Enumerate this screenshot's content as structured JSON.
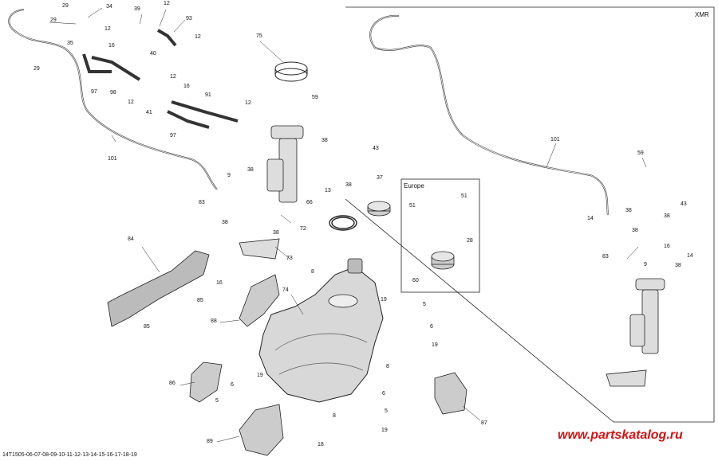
{
  "diagram": {
    "variant_label": "XMR",
    "inset_label": "Europe",
    "footer_code": "14T1505-06-07-08-09-10-11-12-13-14-15-16-17-18-19",
    "watermark": "www.partskatalog.ru",
    "callouts": [
      "29",
      "29",
      "29",
      "34",
      "35",
      "12",
      "16",
      "39",
      "40",
      "12",
      "93",
      "12",
      "97",
      "98",
      "12",
      "41",
      "12",
      "16",
      "91",
      "97",
      "12",
      "101",
      "75",
      "59",
      "38",
      "43",
      "9",
      "83",
      "38",
      "38",
      "38",
      "13",
      "72",
      "66",
      "37",
      "73",
      "38",
      "84",
      "16",
      "85",
      "85",
      "74",
      "8",
      "19",
      "5",
      "6",
      "19",
      "88",
      "86",
      "6",
      "5",
      "19",
      "6",
      "8",
      "87",
      "89",
      "18",
      "5",
      "8",
      "19",
      "101",
      "59",
      "14",
      "38",
      "38",
      "43",
      "83",
      "38",
      "9",
      "38",
      "14",
      "16",
      "51",
      "51",
      "28",
      "60"
    ]
  }
}
